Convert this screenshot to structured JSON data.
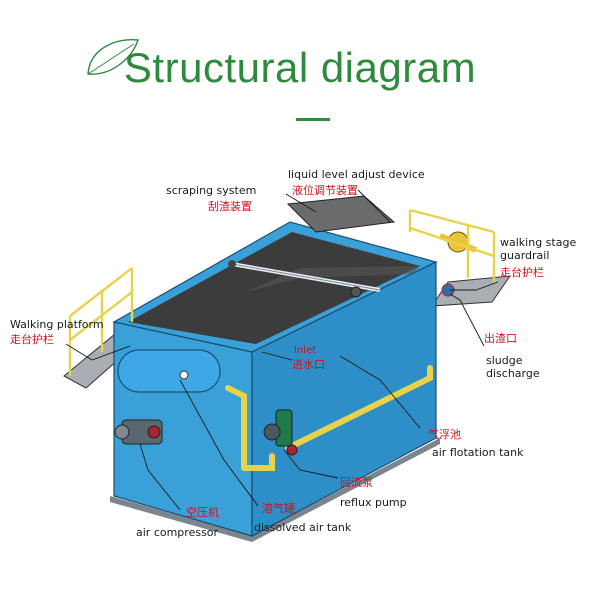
{
  "title": "Structural diagram",
  "colors": {
    "title_green": "#2e8b3e",
    "tank_blue": "#3aa0d8",
    "rail_yellow": "#e8d24a",
    "cn_red": "#d0121b"
  },
  "labels": {
    "liquid_level": {
      "en": "liquid level adjust device",
      "cn": "液位调节装置"
    },
    "scraping": {
      "en": "scraping system",
      "cn": "刮渣装置"
    },
    "walking_stage": {
      "en": "walking stage\nguardrail",
      "cn": "走台护栏"
    },
    "walking_platform": {
      "en": "Walking platform",
      "cn": "走台护栏"
    },
    "inlet": {
      "en": "Inlet",
      "cn": "进水口"
    },
    "sludge": {
      "cn": "出渣口",
      "en": "sludge\ndischarge"
    },
    "air_flotation": {
      "cn": "气浮池",
      "en": "air flotation tank"
    },
    "reflux": {
      "cn": "回流泵",
      "en": "reflux pump"
    },
    "air_comp": {
      "cn": "空压机",
      "en": "air compressor"
    },
    "dissolved": {
      "cn": "溶气罐",
      "en": "dissolved air tank"
    }
  }
}
